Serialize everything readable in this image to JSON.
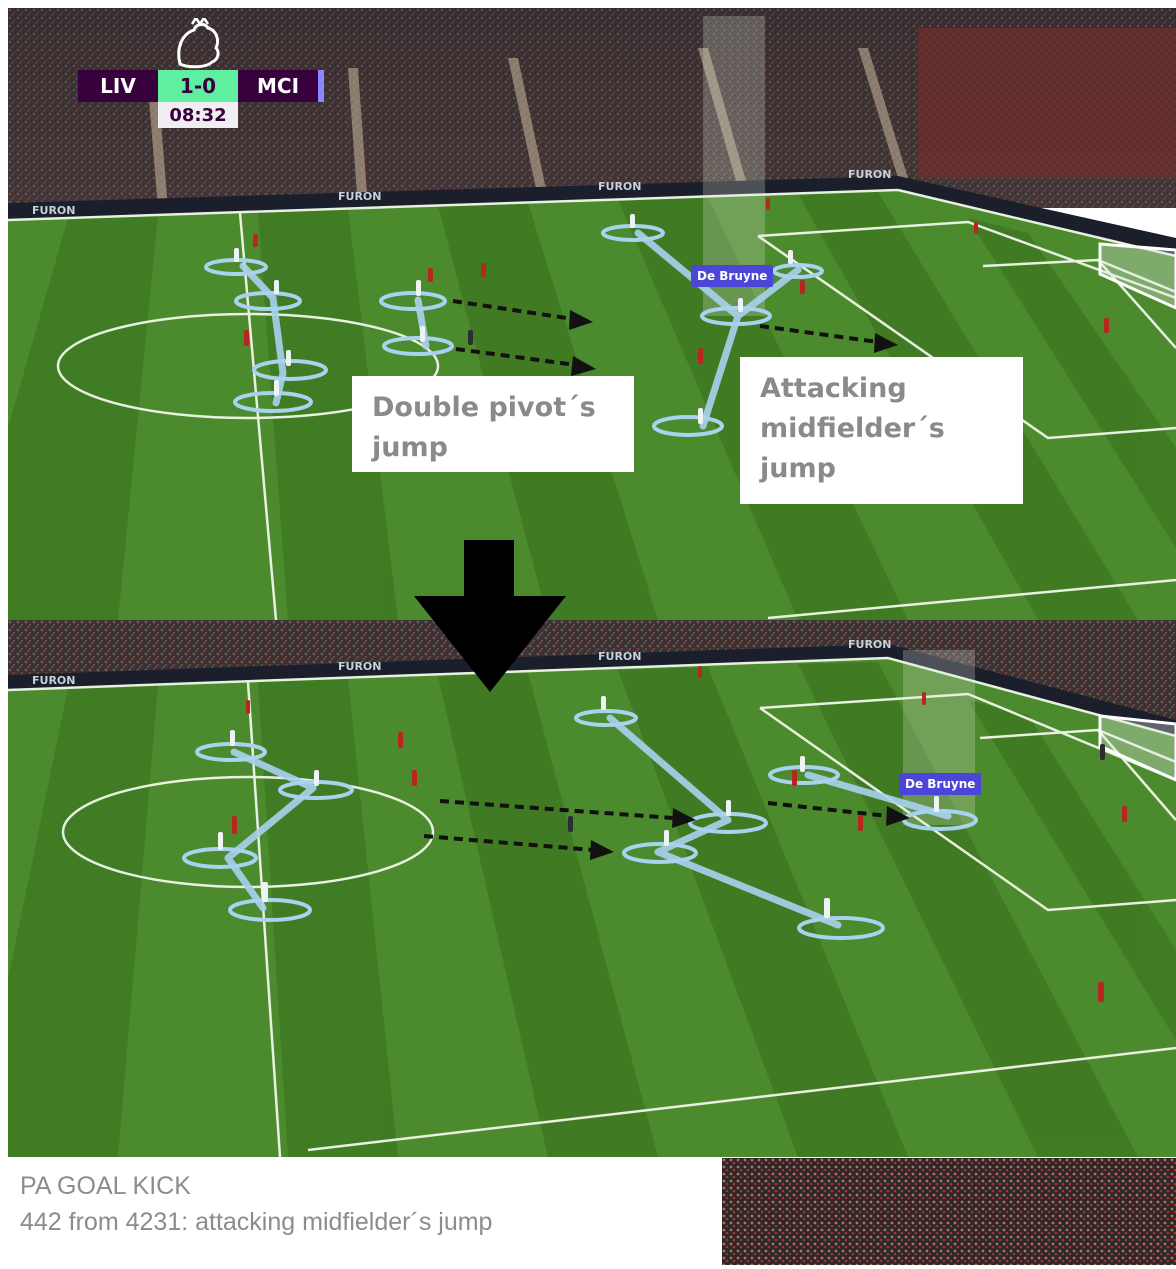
{
  "scoreboard": {
    "home_team": "LIV",
    "score": "1-0",
    "away_team": "MCI",
    "clock": "08:32"
  },
  "annotations": {
    "double_pivot": "Double pivot´s jump",
    "attacking_mid": "Attacking midfielder´s jump"
  },
  "player_labels": {
    "top": "De Bruyne",
    "bottom": "De Bruyne"
  },
  "caption": {
    "title": "PA GOAL KICK",
    "subtitle": "442 from 4231: attacking midfielder´s jump"
  },
  "colors": {
    "pitch_light": "#4e8a2f",
    "pitch_dark": "#3f7a24",
    "formation_line": "#9ecbe8",
    "player_tag": "#4b45d8",
    "caption_text": "#8c8c8c",
    "premier_league_purple": "#38003c",
    "score_green": "#5ef0a0"
  }
}
